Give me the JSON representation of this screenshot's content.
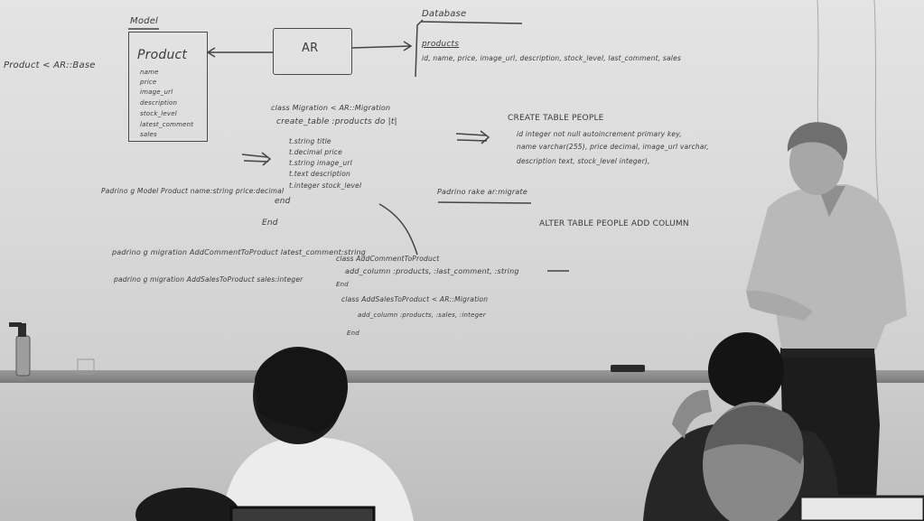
{
  "board": {
    "model_label": "Model",
    "product_box_title": "Product",
    "product_fields": [
      "name",
      "price",
      "image_url",
      "description",
      "stock_level",
      "latest_comment",
      "sales"
    ],
    "ar_box": "AR",
    "database_label": "Database",
    "products_label": "products",
    "products_columns": "id, name, price, image_url, description, stock_level, last_comment, sales",
    "class_line": "Product < AR::Base",
    "migration_header": "class Migration < AR::Migration",
    "create_table": "create_table :products do |t|",
    "t_rows": [
      "t.string    title",
      "t.decimal    price",
      "t.string    image_url",
      "t.text    description",
      "t.integer    stock_level"
    ],
    "end_1": "end",
    "end_2": "End",
    "sql_header": "CREATE TABLE PEOPLE",
    "sql_rows": [
      "id integer not null autoincrement primary key,",
      "name varchar(255), price decimal, image_url varchar,",
      "description text, stock_level integer),"
    ],
    "rake_cmd": "Padrino rake ar:migrate",
    "alter_table": "ALTER TABLE PEOPLE ADD COLUMN",
    "gen_model": "Padrino g Model Product name:string price:decimal",
    "gen_migration_1": "padrino g migration AddCommentToProduct latest_comment:string",
    "gen_migration_2": "padrino g migration AddSalesToProduct sales:integer",
    "class_add_comment": "class AddCommentToProduct",
    "add_column_1": "add_column :products, :last_comment, :string",
    "end_3": "End",
    "class_add_sales": "class AddSalesToProduct < AR::Migration",
    "add_column_2": "add_column :products, :sales, :integer",
    "end_4": "End"
  },
  "colors": {
    "board": "#dedede",
    "ink": "#3a3a3a",
    "shirt_speaker": "#b8b8b8",
    "dark": "#1e1e1e"
  }
}
